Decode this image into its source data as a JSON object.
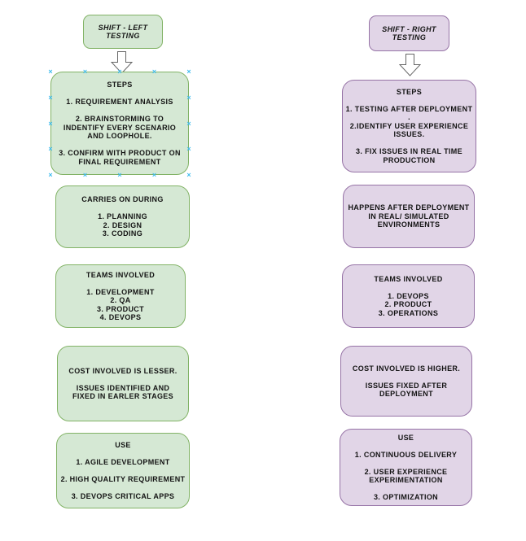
{
  "diagram": {
    "left": {
      "title_lines": [
        "SHIFT - LEFT",
        "TESTING"
      ],
      "boxes": [
        {
          "name": "steps",
          "lines": [
            "STEPS",
            "",
            "1. REQUIREMENT ANALYSIS",
            "",
            "2. BRAINSTORMING TO",
            "INDENTIFY EVERY  SCENARIO",
            "AND LOOPHOLE.",
            "",
            "3. CONFIRM WITH PRODUCT ON",
            "FINAL REQUIREMENT"
          ]
        },
        {
          "name": "carries-on-during",
          "lines": [
            "CARRIES ON DURING",
            "",
            "1. PLANNING",
            "2. DESIGN",
            "3. CODING"
          ]
        },
        {
          "name": "teams-involved",
          "lines": [
            "TEAMS INVOLVED",
            "",
            "1. DEVELOPMENT",
            "2. QA",
            "3. PRODUCT",
            "4. DEVOPS"
          ]
        },
        {
          "name": "cost",
          "lines": [
            "COST INVOLVED IS LESSER.",
            "",
            "ISSUES IDENTIFIED AND",
            "FIXED IN EARLER STAGES"
          ]
        },
        {
          "name": "use",
          "lines": [
            "USE",
            "",
            "1. AGILE DEVELOPMENT",
            "",
            "2. HIGH QUALITY REQUIREMENT",
            "",
            "3. DEVOPS CRITICAL APPS"
          ]
        }
      ]
    },
    "right": {
      "title_lines": [
        "SHIFT - RIGHT",
        "TESTING"
      ],
      "boxes": [
        {
          "name": "steps",
          "lines": [
            "STEPS",
            "",
            "1. TESTING AFTER DEPLOYMENT",
            ".",
            "2.IDENTIFY USER EXPERIENCE",
            "ISSUES.",
            "",
            "3. FIX ISSUES IN REAL TIME",
            "PRODUCTION"
          ]
        },
        {
          "name": "happens-after",
          "lines": [
            "HAPPENS AFTER DEPLOYMENT",
            "IN REAL/ SIMULATED",
            "ENVIRONMENTS"
          ]
        },
        {
          "name": "teams-involved",
          "lines": [
            "TEAMS INVOLVED",
            "",
            "1. DEVOPS",
            "2. PRODUCT",
            "3. OPERATIONS"
          ]
        },
        {
          "name": "cost",
          "lines": [
            "COST INVOLVED IS HIGHER.",
            "",
            "ISSUES FIXED AFTER",
            "DEPLOYMENT"
          ]
        },
        {
          "name": "use",
          "lines": [
            "USE",
            "",
            "1. CONTINUOUS DELIVERY",
            "",
            "2. USER EXPERIENCE",
            "EXPERIMENTATION",
            "",
            "3. OPTIMIZATION"
          ]
        }
      ]
    },
    "colors": {
      "left_fill": "#d5e8d4",
      "left_stroke": "#82b366",
      "right_fill": "#e1d5e7",
      "right_stroke": "#9673a6",
      "arrow_fill": "#ffffff",
      "arrow_stroke": "#666666",
      "connection_point": "#3fbcee",
      "text": "#141414"
    }
  }
}
